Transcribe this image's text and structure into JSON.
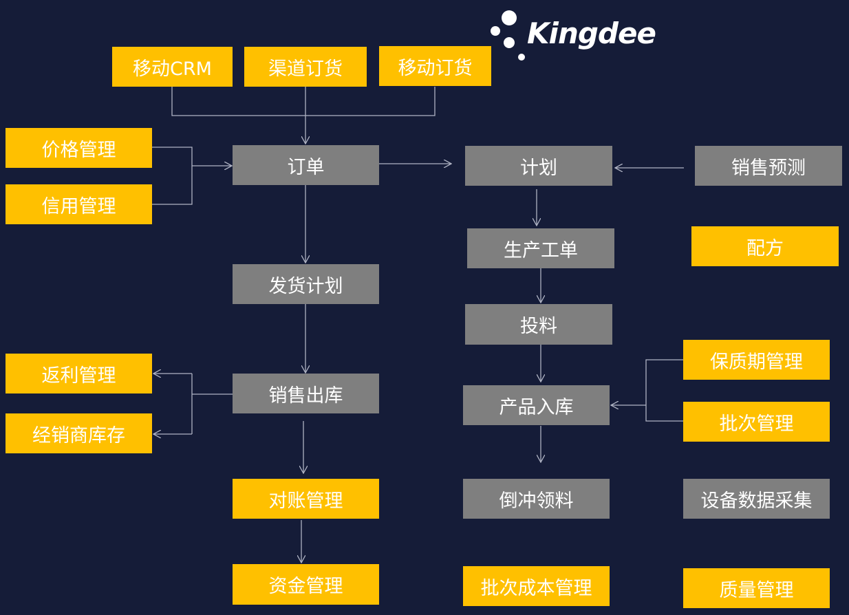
{
  "logo": {
    "text": "Kingdee"
  },
  "nodes": {
    "mobile_crm": "移动CRM",
    "channel_order": "渠道订货",
    "mobile_order": "移动订货",
    "price_mgmt": "价格管理",
    "credit_mgmt": "信用管理",
    "order": "订单",
    "plan": "计划",
    "sales_forecast": "销售预测",
    "work_order": "生产工单",
    "formula": "配方",
    "delivery_plan": "发货计划",
    "feeding": "投料",
    "shelf_life": "保质期管理",
    "rebate": "返利管理",
    "sales_out": "销售出库",
    "product_in": "产品入库",
    "batch_mgmt": "批次管理",
    "dealer_stock": "经销商库存",
    "backflush": "倒冲领料",
    "equipment_data": "设备数据采集",
    "reconciliation": "对账管理",
    "fund_mgmt": "资金管理",
    "batch_cost": "批次成本管理",
    "quality_mgmt": "质量管理"
  },
  "colors": {
    "background": "#151c38",
    "highlight_box": "#ffc000",
    "process_box": "#7f7f7f",
    "connector": "#b0b4c4"
  }
}
